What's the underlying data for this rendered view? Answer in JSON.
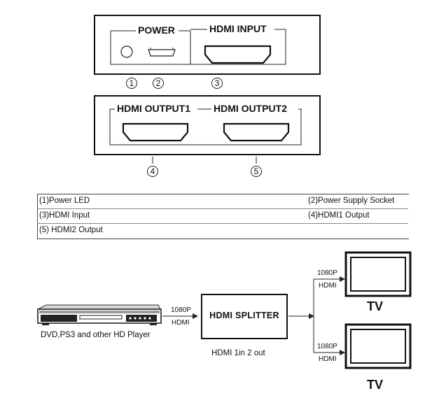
{
  "front_panel": {
    "power_label": "POWER",
    "hdmi_input_label": "HDMI INPUT",
    "markers": [
      "1",
      "2",
      "3"
    ]
  },
  "rear_panel": {
    "output1_label": "HDMI OUTPUT1",
    "output2_label": "HDMI OUTPUT2",
    "markers": [
      "4",
      "5"
    ]
  },
  "legend": {
    "rows": [
      [
        "(1)Power  LED",
        "(2)Power Supply Socket"
      ],
      [
        "(3)HDMI Input",
        "(4)HDMI1 Output"
      ],
      [
        "(5) HDMI2 Output",
        ""
      ]
    ]
  },
  "connection": {
    "source_caption": "DVD,PS3 and other HD Player",
    "link_resolution": "1080P",
    "link_type": "HDMI",
    "splitter_label": "HDMI SPLITTER",
    "splitter_caption": "HDMI 1in 2 out",
    "tv1_resolution": "1080P",
    "tv1_link": "HDMI",
    "tv1_label": "TV",
    "tv2_resolution": "1080P",
    "tv2_link": "HDMI",
    "tv2_label": "TV"
  }
}
